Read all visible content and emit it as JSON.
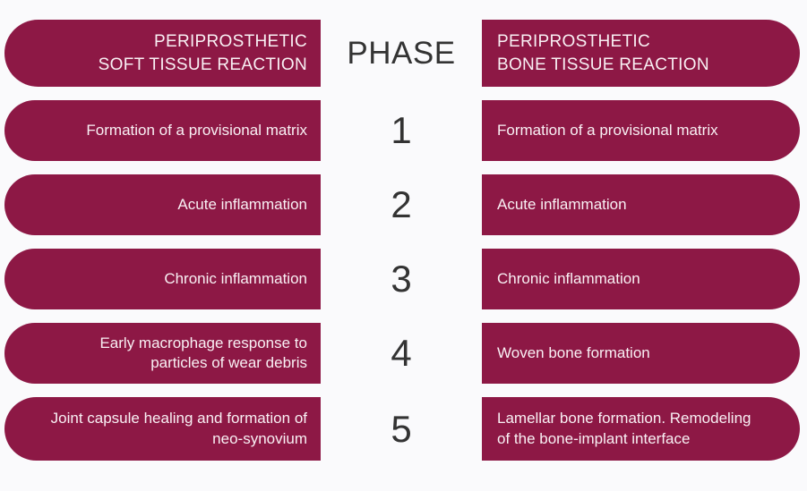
{
  "colors": {
    "box": "#8D1845",
    "box_text": "#F9F0F4",
    "phase_text": "#333333",
    "background": "#FAFAFC"
  },
  "left_column": {
    "header": "PERIPROSTHETIC\nSOFT TISSUE REACTION"
  },
  "phase_column": {
    "header": "PHASE"
  },
  "right_column": {
    "header": "PERIPROSTHETIC\nBONE TISSUE REACTION"
  },
  "rows": [
    {
      "phase": "1",
      "soft_tissue": "Formation of a provisional matrix",
      "bone_tissue": "Formation of a provisional matrix"
    },
    {
      "phase": "2",
      "soft_tissue": "Acute inflammation",
      "bone_tissue": "Acute inflammation"
    },
    {
      "phase": "3",
      "soft_tissue": "Chronic inflammation",
      "bone_tissue": "Chronic inflammation"
    },
    {
      "phase": "4",
      "soft_tissue": "Early macrophage response to\nparticles of wear debris",
      "bone_tissue": "Woven bone formation"
    },
    {
      "phase": "5",
      "soft_tissue": "Joint capsule healing and formation of\nneo-synovium",
      "bone_tissue": "Lamellar bone formation. Remodeling\nof the bone-implant interface"
    }
  ]
}
